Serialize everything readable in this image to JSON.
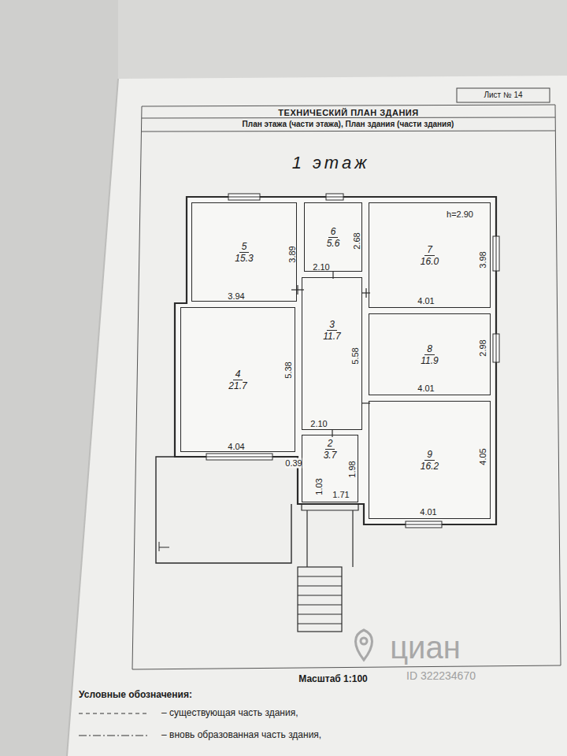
{
  "diagram": {
    "title": "ТЕХНИЧЕСКИЙ ПЛАН ЗДАНИЯ",
    "nodes": [
      {
        "text": [
          "5",
          "15.3"
        ]
      },
      {
        "text": [
          "6",
          "5.6"
        ]
      },
      {
        "text": [
          "7",
          "16.0"
        ]
      },
      {
        "text": [
          "4",
          "21.7"
        ]
      },
      {
        "text": [
          "3",
          "11.7"
        ]
      },
      {
        "text": [
          "8",
          "11.9"
        ]
      },
      {
        "text": [
          "2",
          "3.7"
        ]
      },
      {
        "text": [
          "9",
          "16.2"
        ]
      }
    ],
    "labels": [
      "Лист № 14",
      "План этажа (части этажа), План здания (части здания)",
      "1 этаж",
      "h=2.90",
      "3.89",
      "3.94",
      "2.68",
      "2.10",
      "3.98",
      "4.01",
      "5.38",
      "5.58",
      "2.98",
      "4.01",
      "4.04",
      "2.10",
      "0.39",
      "1.98",
      "1.03",
      "1.71",
      "4.05",
      "4.01",
      "Масштаб 1:100",
      "Условные обозначения:",
      "циан",
      "ID 322234670"
    ],
    "legend": [
      {
        "text": "– существующая часть здания,"
      },
      {
        "text": "– вновь образованная часть здания,"
      }
    ]
  }
}
